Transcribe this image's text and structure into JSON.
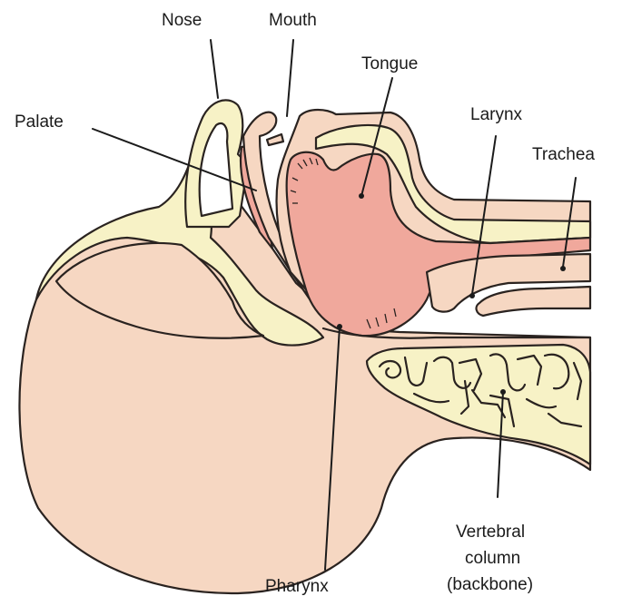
{
  "diagram": {
    "labels": {
      "nose": "Nose",
      "mouth": "Mouth",
      "tongue": "Tongue",
      "palate": "Palate",
      "larynx": "Larynx",
      "trachea": "Trachea",
      "pharynx": "Pharynx",
      "vertebral_1": "Vertebral",
      "vertebral_2": "column",
      "vertebral_3": "(backbone)"
    },
    "colors": {
      "head_tissue": "#f6d7c2",
      "bone_cartilage": "#f7f2c6",
      "tongue_muscle": "#f0a89c",
      "outline": "#2a2320",
      "text": "#1b1b1b"
    }
  }
}
